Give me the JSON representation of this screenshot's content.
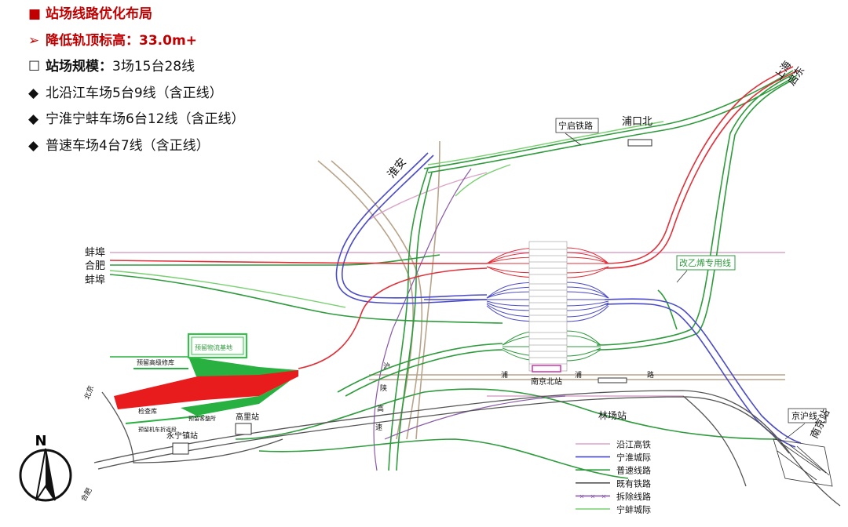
{
  "bullets": [
    {
      "marker": "■",
      "text": "站场线路优化布局"
    },
    {
      "marker": "➢",
      "text": "降低轨顶标高：33.0m+"
    },
    {
      "marker": "☐",
      "label": "站场规模：",
      "text": "3场15台28线"
    },
    {
      "marker": "◆",
      "text": "北沿江车场5台9线（含正线）"
    },
    {
      "marker": "◆",
      "text": "宁淮宁蚌车场6台12线（含正线）"
    },
    {
      "marker": "◆",
      "text": "普速车场4台7线（含正线）"
    }
  ],
  "map": {
    "labels": {
      "huaian": "淮安",
      "shanghai": "上海",
      "qidong": "启东",
      "ningqi": "宁启铁路",
      "pukoubei": "浦口北",
      "bengbu1": "蚌埠",
      "hefei1": "合肥",
      "bengbu2": "蚌埠",
      "gaiyixi": "改乙烯专用线",
      "yuliu_wuliu": "预留物流基地",
      "yuliu_gaoji": "预留高级修库",
      "jianchaku": "检查库",
      "yuliu_zheji": "预留机车折返段",
      "yuliu_jiche": "预留客整所",
      "beijing": "北京",
      "yongningzhen": "永宁镇站",
      "gaolizhan": "高里站",
      "nanjingbei": "南京北站",
      "linchang": "林场站",
      "jinghu": "京沪线",
      "nanjingzhan": "南京站",
      "hefei2": "合肥",
      "pu": "浦",
      "pu2": "浦",
      "lu": "路",
      "huning": "沪",
      "shan": "陕",
      "gao": "高",
      "tong": "速"
    },
    "compass": "N",
    "legend": [
      {
        "name": "沿江高铁",
        "color": "#d9a5c9",
        "style": "solid"
      },
      {
        "name": "宁淮城际",
        "color": "#4b4bc8",
        "style": "solid"
      },
      {
        "name": "普速线路",
        "color": "#2e9b3c",
        "style": "solid"
      },
      {
        "name": "既有铁路",
        "color": "#555555",
        "style": "solid"
      },
      {
        "name": "拆除线路",
        "color": "#8a5aa8",
        "style": "crossed"
      },
      {
        "name": "宁蚌城际",
        "color": "#78d070",
        "style": "solid"
      }
    ]
  },
  "colors": {
    "title_red": "#c00000",
    "yanjiang": "#e0303a",
    "ninghuai": "#4b4bc8",
    "pusu": "#2e9b3c",
    "existing": "#555555",
    "removed": "#8a5aa8",
    "ningbeng": "#78d070",
    "brown": "#b8a48a"
  }
}
